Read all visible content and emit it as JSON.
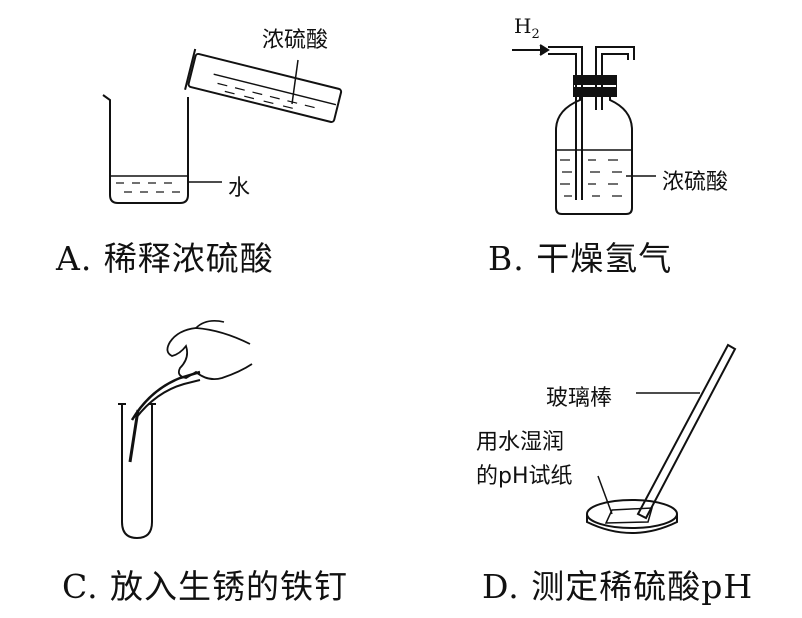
{
  "panel_a": {
    "label_acid": "浓硫酸",
    "label_water": "水",
    "caption": "A. 稀释浓硫酸"
  },
  "panel_b": {
    "label_gas": "H",
    "label_gas_sub": "2",
    "label_acid": "浓硫酸",
    "caption": "B. 干燥氢气"
  },
  "panel_c": {
    "caption": "C. 放入生锈的铁钉"
  },
  "panel_d": {
    "label_rod": "玻璃棒",
    "label_paper_line1": "用水湿润",
    "label_paper_line2": "的pH试纸",
    "caption": "D. 测定稀硫酸pH"
  }
}
